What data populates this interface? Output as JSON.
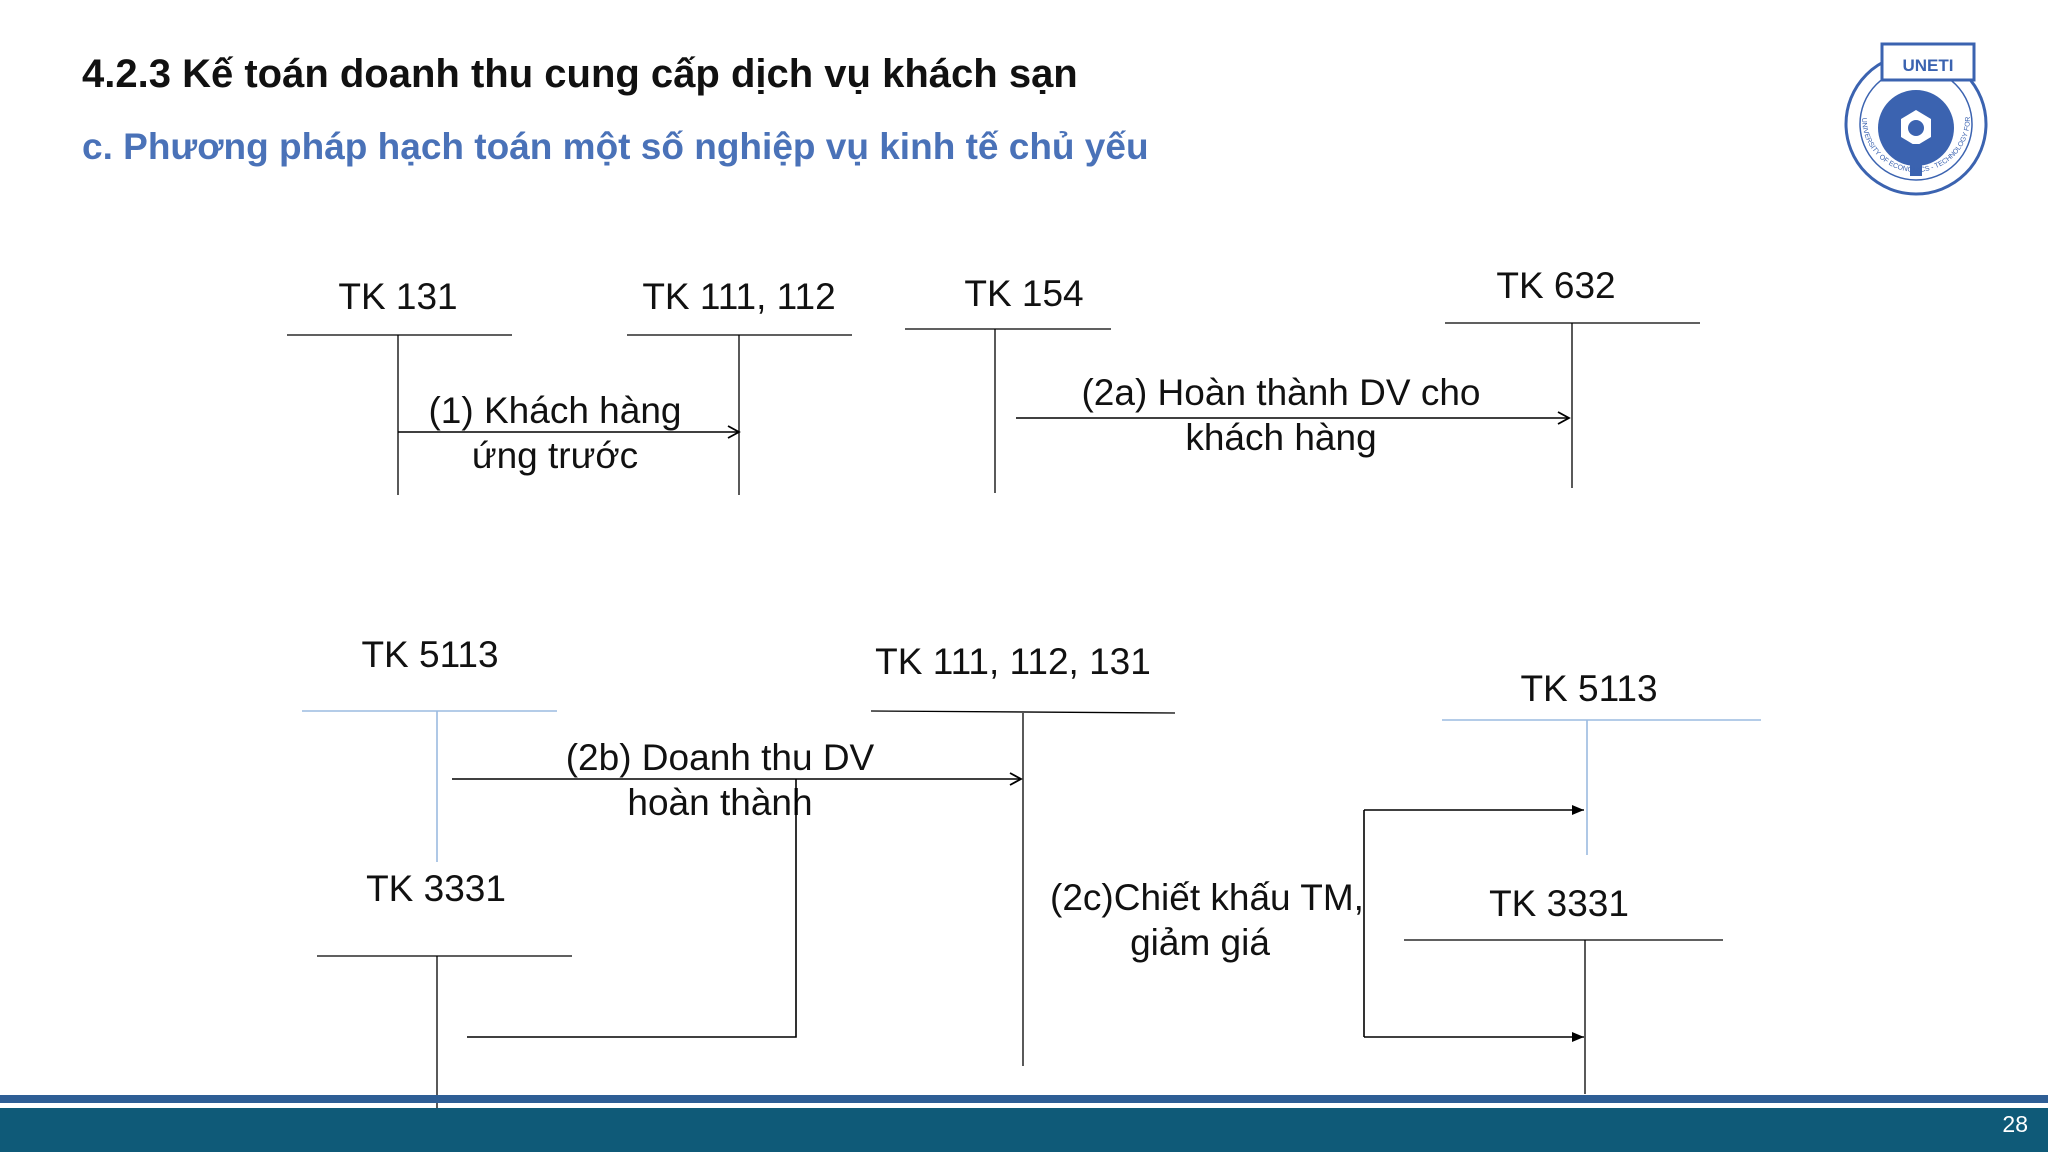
{
  "header": {
    "title": "4.2.3 Kế toán doanh thu cung cấp dịch vụ khách sạn",
    "subtitle": "c. Phương pháp hạch toán một số nghiệp vụ kinh tế chủ yếu"
  },
  "logo": {
    "name": "UNETI",
    "ring_text": "UNIVERSITY OF ECONOMICS - TECHNOLOGY FOR INDUSTRIES",
    "color": "#3b63b0"
  },
  "accounts": {
    "tk131": "TK 131",
    "tk111_112": "TK 111, 112",
    "tk154": "TK 154",
    "tk632": "TK 632",
    "tk5113_left": "TK 5113",
    "tk111_112_131": "TK 111, 112, 131",
    "tk5113_right": "TK 5113",
    "tk3331_left": "TK 3331",
    "tk3331_right": "TK 3331"
  },
  "flows": {
    "f1_line1": "(1) Khách hàng",
    "f1_line2": "ứng trước",
    "f2a_line1": "(2a) Hoàn thành DV cho",
    "f2a_line2": "khách hàng",
    "f2b_line1": "(2b) Doanh thu DV",
    "f2b_line2": "hoàn thành",
    "f2c_line1": "(2c)Chiết khấu TM,",
    "f2c_line2": "giảm giá"
  },
  "footer": {
    "page_number": "28"
  },
  "colors": {
    "title": "#111111",
    "subtitle": "#4a72b8",
    "t_account_blue": "#9bbbe0",
    "footer_band": "#0f5a78",
    "footer_stripe": "#2e5e95"
  }
}
